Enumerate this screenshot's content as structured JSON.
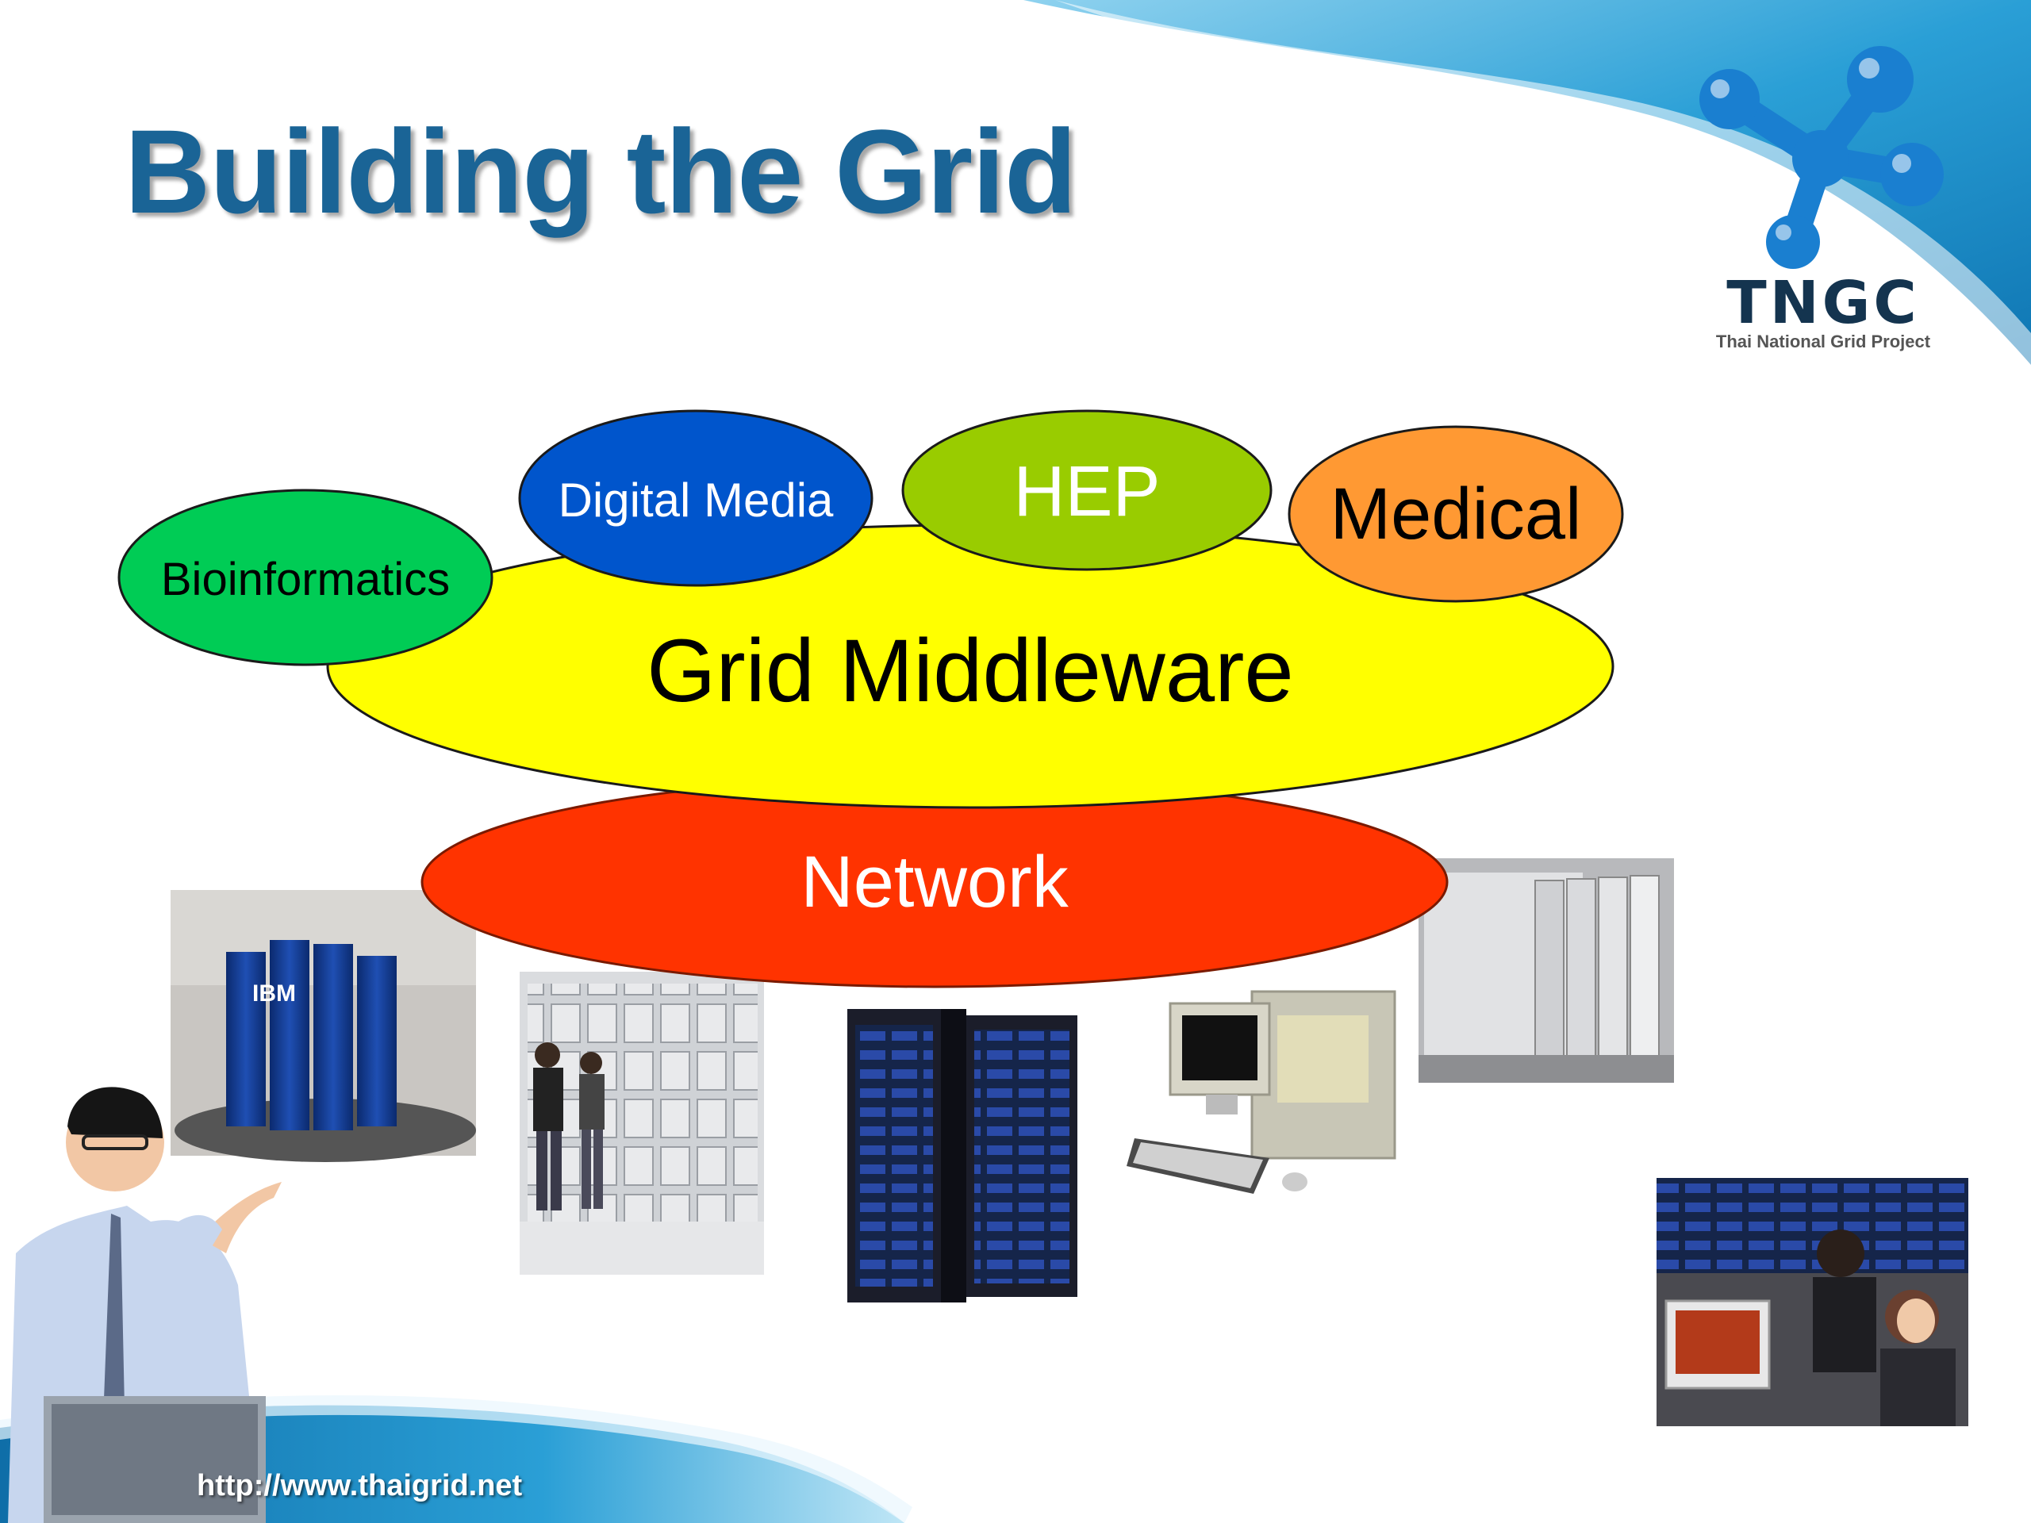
{
  "slide": {
    "title": "Building the Grid",
    "url": "http://www.thaigrid.net"
  },
  "logo": {
    "acronym": "TNGC",
    "tagline": "Thai National Grid Project",
    "color": "#1a7fd0"
  },
  "diagram": {
    "nodes": [
      {
        "id": "grid-middleware",
        "label": "Grid Middleware",
        "color": "#ffff00"
      },
      {
        "id": "network",
        "label": "Network",
        "color": "#ff3300"
      },
      {
        "id": "bioinformatics",
        "label": "Bioinformatics",
        "color": "#00cc55"
      },
      {
        "id": "digital-media",
        "label": "Digital Media",
        "color": "#0055cc"
      },
      {
        "id": "hep",
        "label": "HEP",
        "color": "#99cc00"
      },
      {
        "id": "medical",
        "label": "Medical",
        "color": "#ff9933"
      }
    ]
  },
  "photos": [
    {
      "id": "ibm-supercomputer",
      "brand": "IBM"
    },
    {
      "id": "cluster-room-people"
    },
    {
      "id": "server-racks"
    },
    {
      "id": "desktop-pc"
    },
    {
      "id": "cabinet-row"
    },
    {
      "id": "operators-at-terminal"
    },
    {
      "id": "presenter-man"
    }
  ],
  "colors": {
    "title": "#1a6496",
    "swoosh_dark": "#1789c2",
    "swoosh_light": "#8fd2ef"
  }
}
